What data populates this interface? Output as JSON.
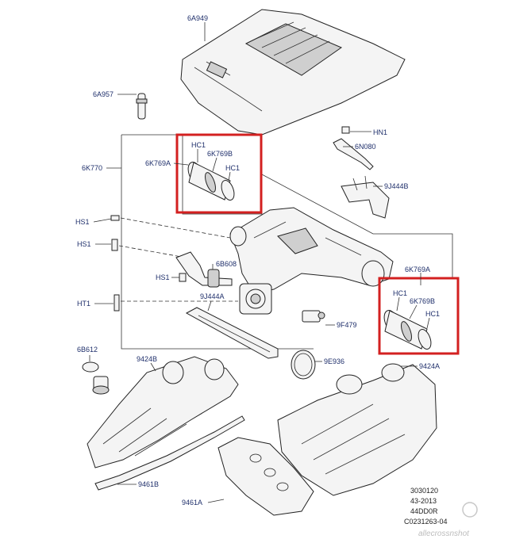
{
  "labels": {
    "engine_cover": "6A949",
    "pcv_valve": "6A957",
    "hn1": "HN1",
    "bracket_upper": "6N080",
    "bracket_lower": "9J444B",
    "plenum": "6K770",
    "hose_left": "6K769A",
    "hc1_left_top": "HC1",
    "clamp_left": "6K769B",
    "hc1_left_mid": "HC1",
    "hs1_a": "HS1",
    "hs1_b": "HS1",
    "hs1_c": "HS1",
    "tube": "6B608",
    "ht1": "HT1",
    "gasket_bracket": "9J444A",
    "sensor": "9F479",
    "hose_right": "6K769A",
    "hc1_right_top": "HC1",
    "clamp_right": "6K769B",
    "hc1_right_mid": "HC1",
    "oring": "9E936",
    "cap": "6B612",
    "manifold_left": "9424B",
    "manifold_right": "9424A",
    "gasket_left": "9461B",
    "gasket_right": "9461A"
  },
  "reference": {
    "line1": "3030120",
    "line2": "43-2013",
    "line3": "44DD0R",
    "line4": "C0231263-04"
  },
  "watermark": "allecrossnshot",
  "colors": {
    "label_text": "#1f2f6b",
    "highlight_box": "#d32020",
    "line_art": "#222222"
  }
}
